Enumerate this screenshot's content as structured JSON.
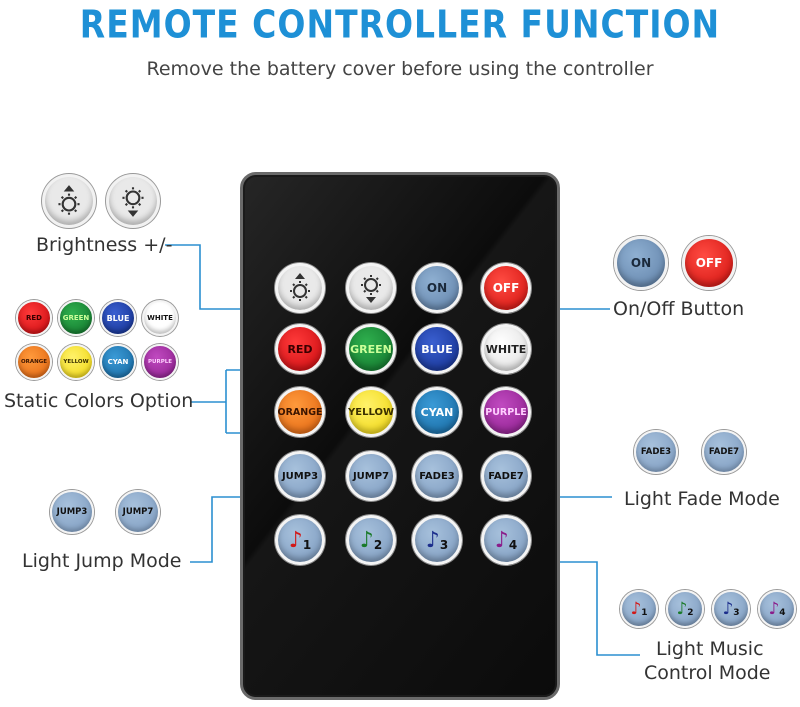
{
  "title": "REMOTE CONTROLLER FUNCTION",
  "subtitle": "Remove the battery cover before using the controller",
  "colors": {
    "accent": "#1e90d6",
    "red": "#e2141b",
    "green": "#1a8a3a",
    "blue": "#1c3fa8",
    "white": "#ffffff",
    "orange": "#f47a1f",
    "yellow": "#f4e01a",
    "cyan": "#1f7fb8",
    "purple": "#9a2a9a",
    "gray_button": "#6d8fb5"
  },
  "remote": {
    "row1": {
      "on": "ON",
      "off": "OFF"
    },
    "row2": {
      "red": "RED",
      "green": "GREEN",
      "blue": "BLUE",
      "white": "WHITE"
    },
    "row3": {
      "orange": "ORANGE",
      "yellow": "YELLOW",
      "cyan": "CYAN",
      "purple": "PURPLE"
    },
    "row4": {
      "jump3": "JUMP3",
      "jump7": "JUMP7",
      "fade3": "FADE3",
      "fade7": "FADE7"
    },
    "row5": {
      "m1": "1",
      "m2": "2",
      "m3": "3",
      "m4": "4"
    }
  },
  "callouts": {
    "brightness": "Brightness +/-",
    "onoff": "On/Off Button",
    "static_colors": "Static Colors Option",
    "fade": "Light Fade Mode",
    "jump": "Light Jump Mode",
    "music_line1": "Light Music",
    "music_line2": "Control Mode"
  },
  "legend": {
    "onoff": {
      "on": "ON",
      "off": "OFF"
    },
    "colors": {
      "red": "RED",
      "green": "GREEN",
      "blue": "BLUE",
      "white": "WHITE",
      "orange": "ORANGE",
      "yellow": "YELLOW",
      "cyan": "CYAN",
      "purple": "PURPLE"
    },
    "fade": {
      "fade3": "FADE3",
      "fade7": "FADE7"
    },
    "jump": {
      "jump3": "JUMP3",
      "jump7": "JUMP7"
    },
    "music": {
      "m1": "1",
      "m2": "2",
      "m3": "3",
      "m4": "4"
    }
  },
  "icons": {
    "brightness_up": "sun-up-arrow-icon",
    "brightness_down": "sun-down-arrow-icon",
    "music_note": "music-note-icon"
  }
}
